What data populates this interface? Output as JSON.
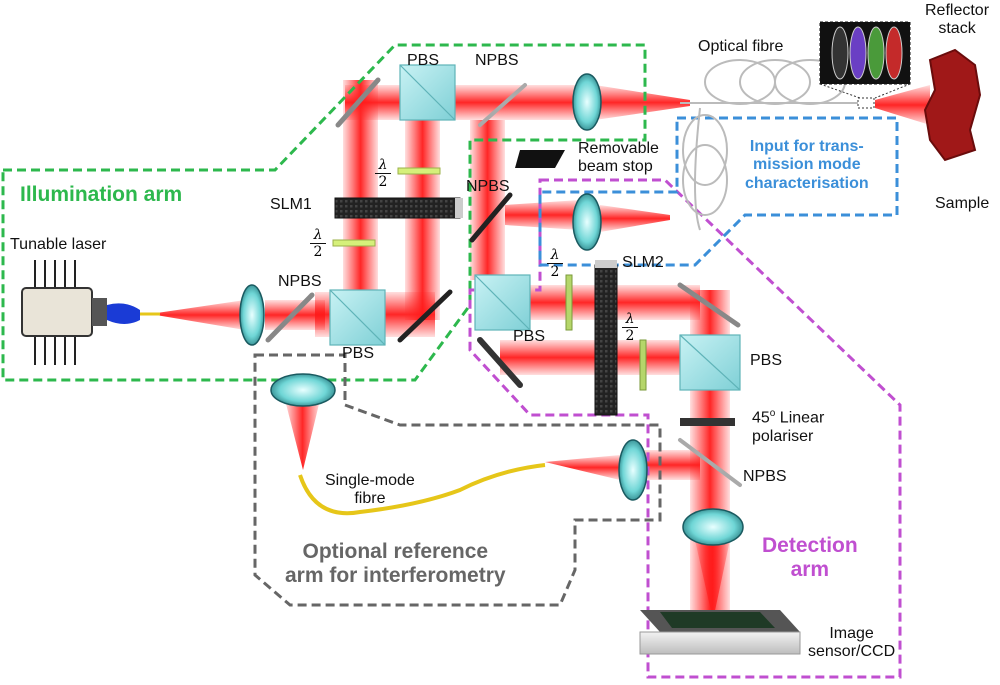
{
  "labels": {
    "tunable_laser": "Tunable laser",
    "illumination_arm": "Illumination arm",
    "pbs_top": "PBS",
    "npbs_top": "NPBS",
    "optical_fibre": "Optical fibre",
    "reflector_stack": "Reflector\nstack",
    "sample": "Sample",
    "input_transmission": "Input for trans-\nmission mode\ncharacterisation",
    "removable_beam_stop": "Removable\nbeam stop",
    "slm1": "SLM1",
    "npbs_left": "NPBS",
    "pbs_left": "PBS",
    "npbs_mid": "NPBS",
    "slm2": "SLM2",
    "pbs_mid": "PBS",
    "pbs_right": "PBS",
    "linear_polariser": "45",
    "linear_polariser_sup": "o",
    "linear_polariser_rest": " Linear\npolariser",
    "npbs_right": "NPBS",
    "single_mode_fibre": "Single-mode\nfibre",
    "optional_reference": "Optional reference\narm for interferometry",
    "detection_arm": "Detection\narm",
    "image_sensor": "Image\nsensor/CCD",
    "half_wave_num": "λ",
    "half_wave_den": "2"
  },
  "colors": {
    "illumination_box": "#2db84d",
    "reference_box": "#666666",
    "detection_box": "#c04fd0",
    "transmission_box": "#3b8fd9",
    "beam": "#ff2a2a",
    "fibre_yellow": "#e6c619"
  }
}
